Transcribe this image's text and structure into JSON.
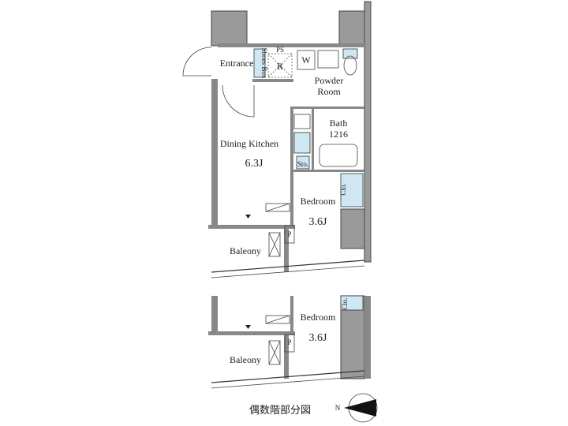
{
  "plan": {
    "rooms": {
      "entrance": "Entrance",
      "shoes_box": "Shoes Box",
      "ps": "PS",
      "refrigerator": "R",
      "washer": "W",
      "powder_room_1": "Powder",
      "powder_room_2": "Room",
      "bath": "Bath",
      "bath_size": "1216",
      "dining_kitchen": "Dining Kitchen",
      "dining_kitchen_size": "6.3J",
      "storage": "Sto.",
      "closet": "Clo.",
      "bedroom": "Bedroom",
      "bedroom_size": "3.6J",
      "pipe": "P",
      "balcony": "Baleony"
    },
    "partial": {
      "bedroom": "Bedroom",
      "bedroom_size": "3.6J",
      "closet": "Clo.",
      "pipe": "P",
      "balcony": "Baleony",
      "caption": "偶数階部分図"
    },
    "compass": {
      "label": "N",
      "icon": "north-arrow-icon"
    },
    "colors": {
      "wall": "#888888",
      "fixture": "#cfe6f3"
    }
  }
}
